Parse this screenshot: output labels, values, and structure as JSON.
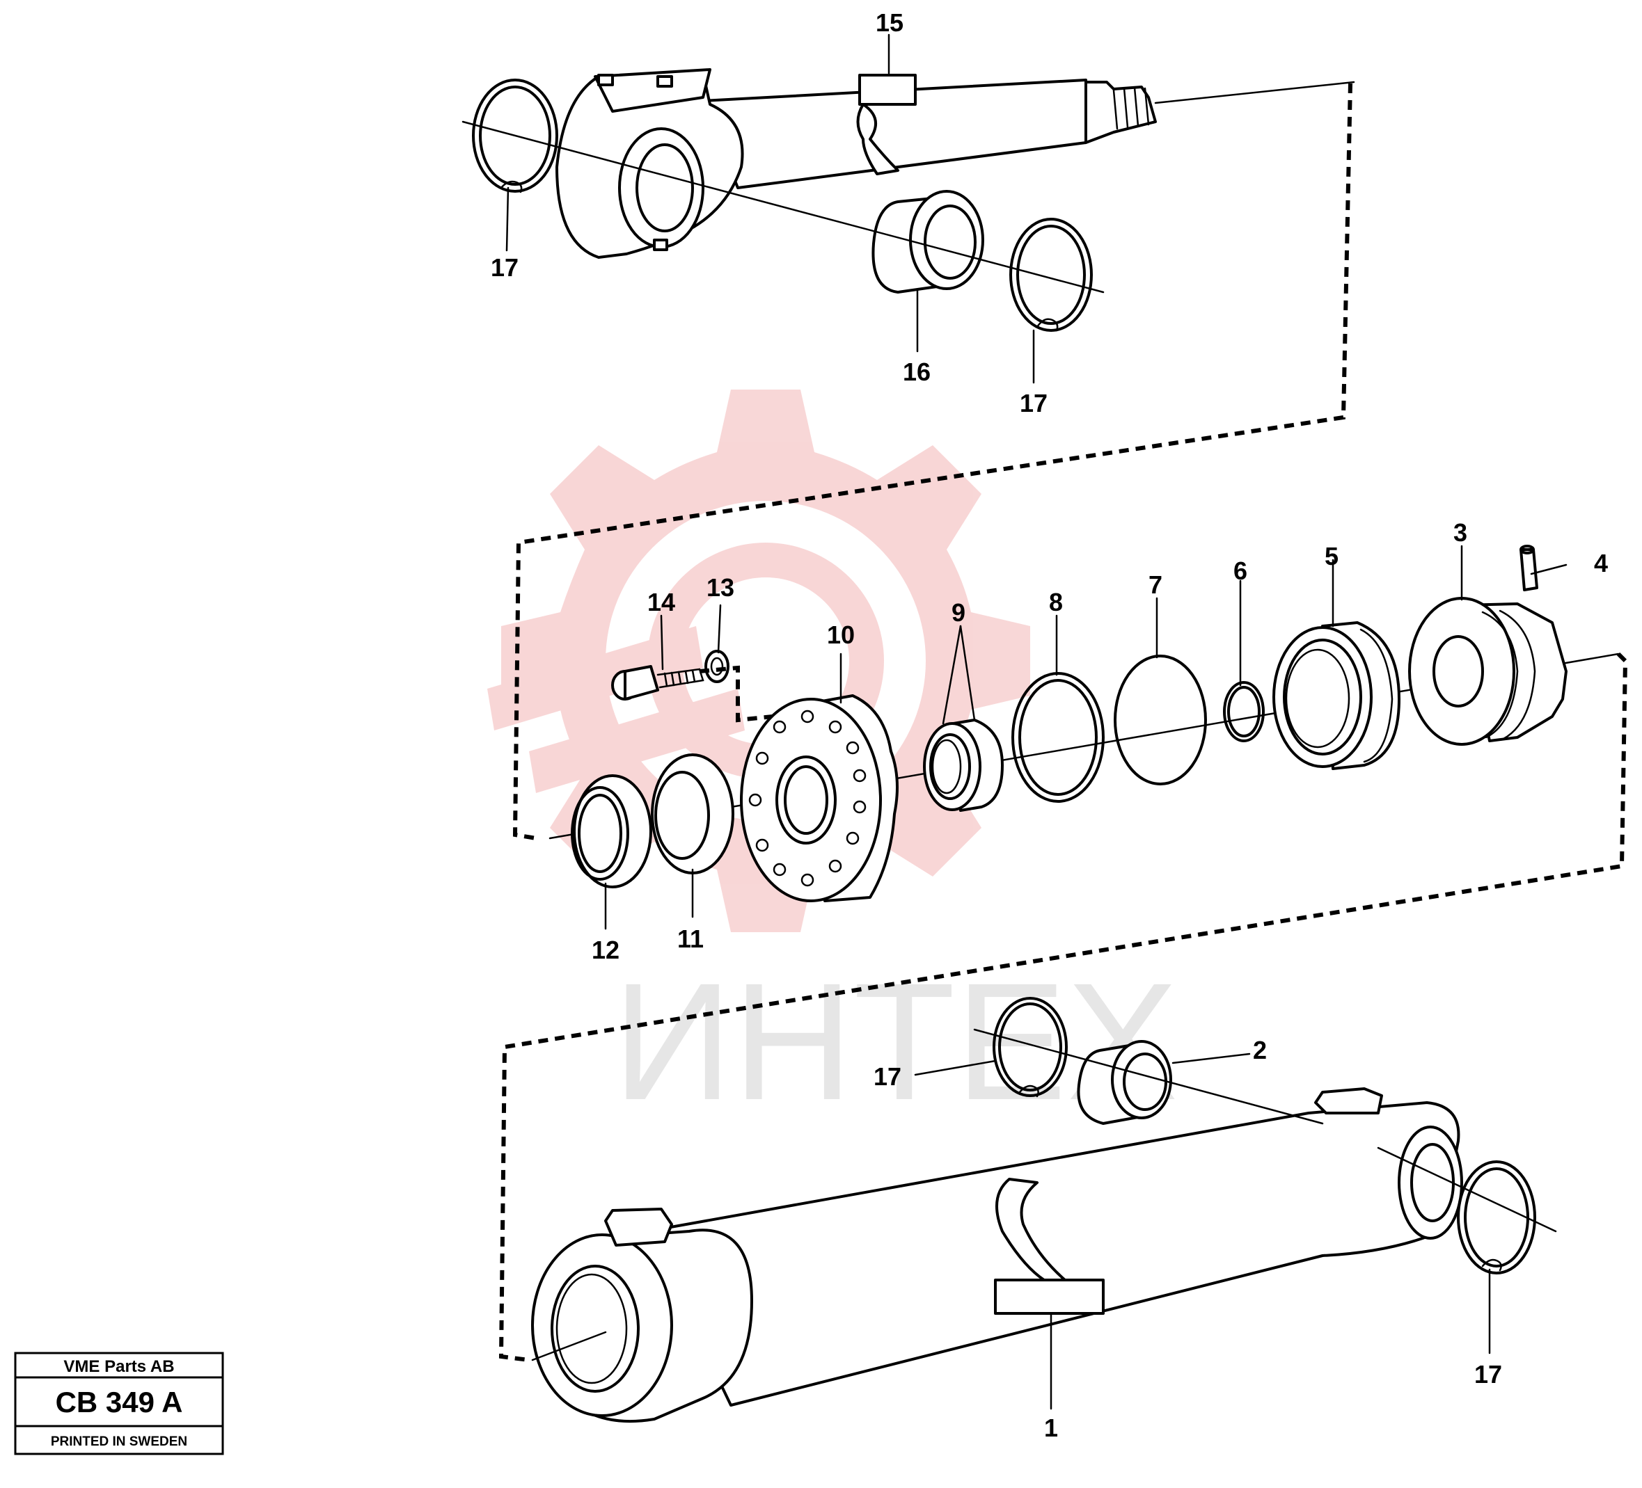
{
  "colors": {
    "ink": "#000000",
    "watermark_gear": "#f3b6b6",
    "watermark_text": "#b8b8b8"
  },
  "watermark": {
    "text": "ИНТЕХ",
    "icon": "gear-logo-icon"
  },
  "callouts": {
    "c1": "1",
    "c2": "2",
    "c3": "3",
    "c4": "4",
    "c5": "5",
    "c6": "6",
    "c7": "7",
    "c8": "8",
    "c9": "9",
    "c10": "10",
    "c11": "11",
    "c12": "12",
    "c13": "13",
    "c14": "14",
    "c15": "15",
    "c16": "16",
    "c17a": "17",
    "c17b": "17",
    "c17c": "17",
    "c17d": "17"
  },
  "title_block": {
    "company": "VME Parts AB",
    "code": "CB 349 A",
    "printed": "PRINTED IN SWEDEN"
  }
}
